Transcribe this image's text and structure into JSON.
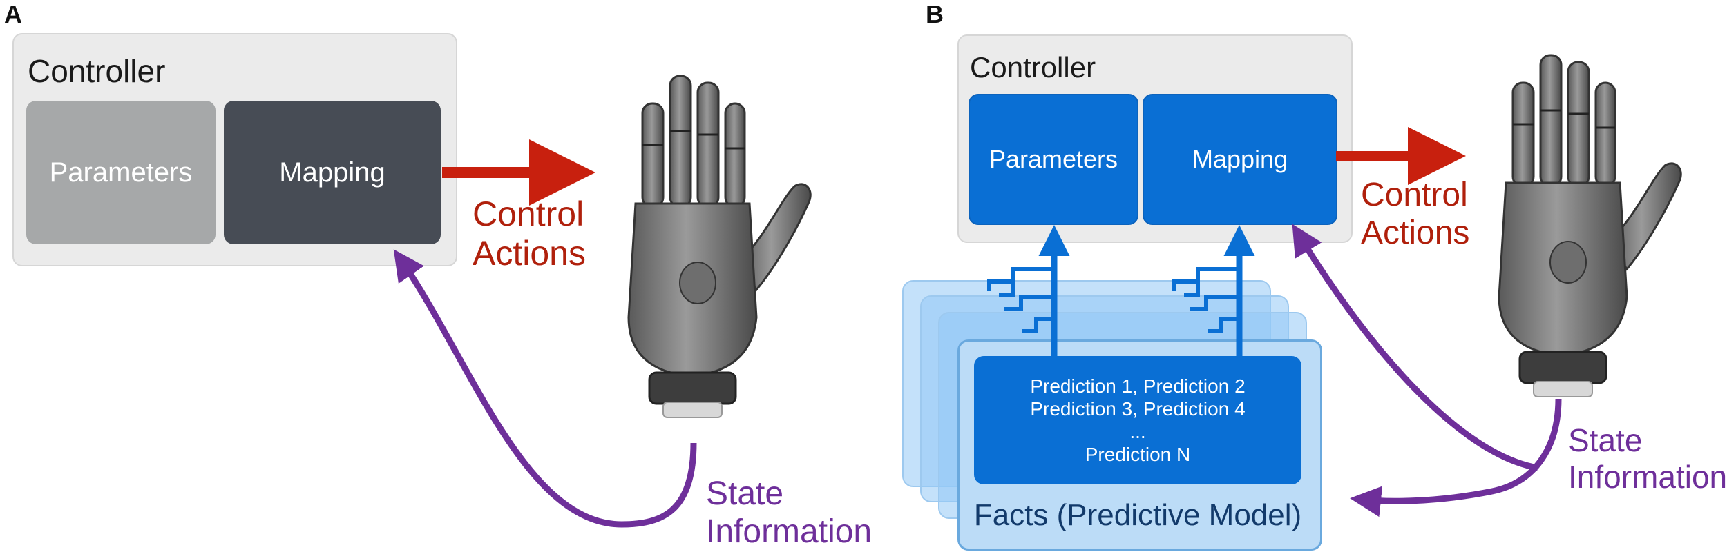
{
  "panel_a": {
    "letter": "A",
    "controller_title": "Controller",
    "parameters_label": "Parameters",
    "mapping_label": "Mapping",
    "control_actions": [
      "Control",
      "Actions"
    ],
    "state_information": [
      "State",
      "Information"
    ]
  },
  "panel_b": {
    "letter": "B",
    "controller_title": "Controller",
    "parameters_label": "Parameters",
    "mapping_label": "Mapping",
    "control_actions": [
      "Control",
      "Actions"
    ],
    "state_information": [
      "State",
      "Information"
    ],
    "predictions": [
      "Prediction 1, Prediction 2",
      "Prediction 3, Prediction 4",
      "...",
      "Prediction N"
    ],
    "facts_label": "Facts (Predictive Model)"
  },
  "colors": {
    "arrow_red": "#c8200e",
    "arrow_purple": "#6e2f9a",
    "blue": "#0a6fd4",
    "dark": "#474c55",
    "gray": "#a6a8a9"
  },
  "icons": [
    "prosthetic-hand-icon"
  ]
}
